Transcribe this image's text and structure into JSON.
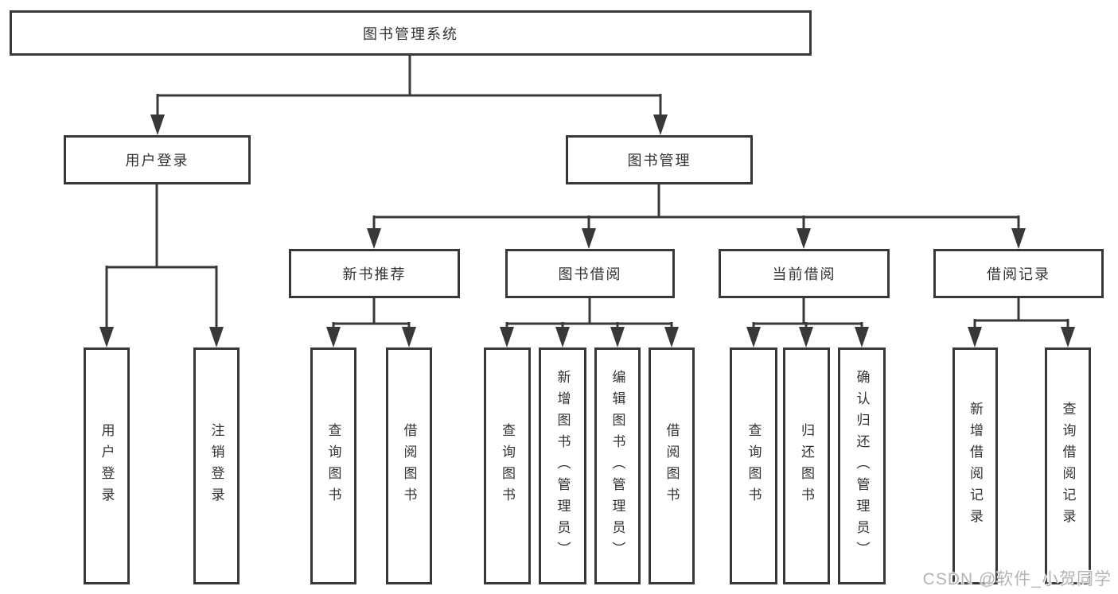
{
  "diagram": {
    "root": {
      "label": "图书管理系统"
    },
    "level2": [
      {
        "id": "user-login",
        "label": "用户登录"
      },
      {
        "id": "book-management",
        "label": "图书管理"
      }
    ],
    "level3": [
      {
        "id": "new-book-recommend",
        "label": "新书推荐"
      },
      {
        "id": "book-borrowing",
        "label": "图书借阅"
      },
      {
        "id": "current-borrowing",
        "label": "当前借阅"
      },
      {
        "id": "borrowing-records",
        "label": "借阅记录"
      }
    ],
    "groups": [
      {
        "parent": "user-login",
        "children": [
          "用户登录",
          "注销登录"
        ]
      },
      {
        "parent": "new-book-recommend",
        "children": [
          "查询图书",
          "借阅图书"
        ]
      },
      {
        "parent": "book-borrowing",
        "children": [
          "查询图书",
          "新增图书（管理员）",
          "编辑图书（管理员）",
          "借阅图书"
        ]
      },
      {
        "parent": "current-borrowing",
        "children": [
          "查询图书",
          "归还图书",
          "确认归还（管理员）"
        ]
      },
      {
        "parent": "borrowing-records",
        "children": [
          "新增借阅记录",
          "查询借阅记录"
        ]
      }
    ]
  },
  "watermark": {
    "text": "CSDN @软件_小贺同学"
  },
  "colors": {
    "line": "#383838",
    "text": "#333333",
    "box_fill": "#ffffff",
    "watermark": "#b5b5b5",
    "background": "#ffffff"
  }
}
